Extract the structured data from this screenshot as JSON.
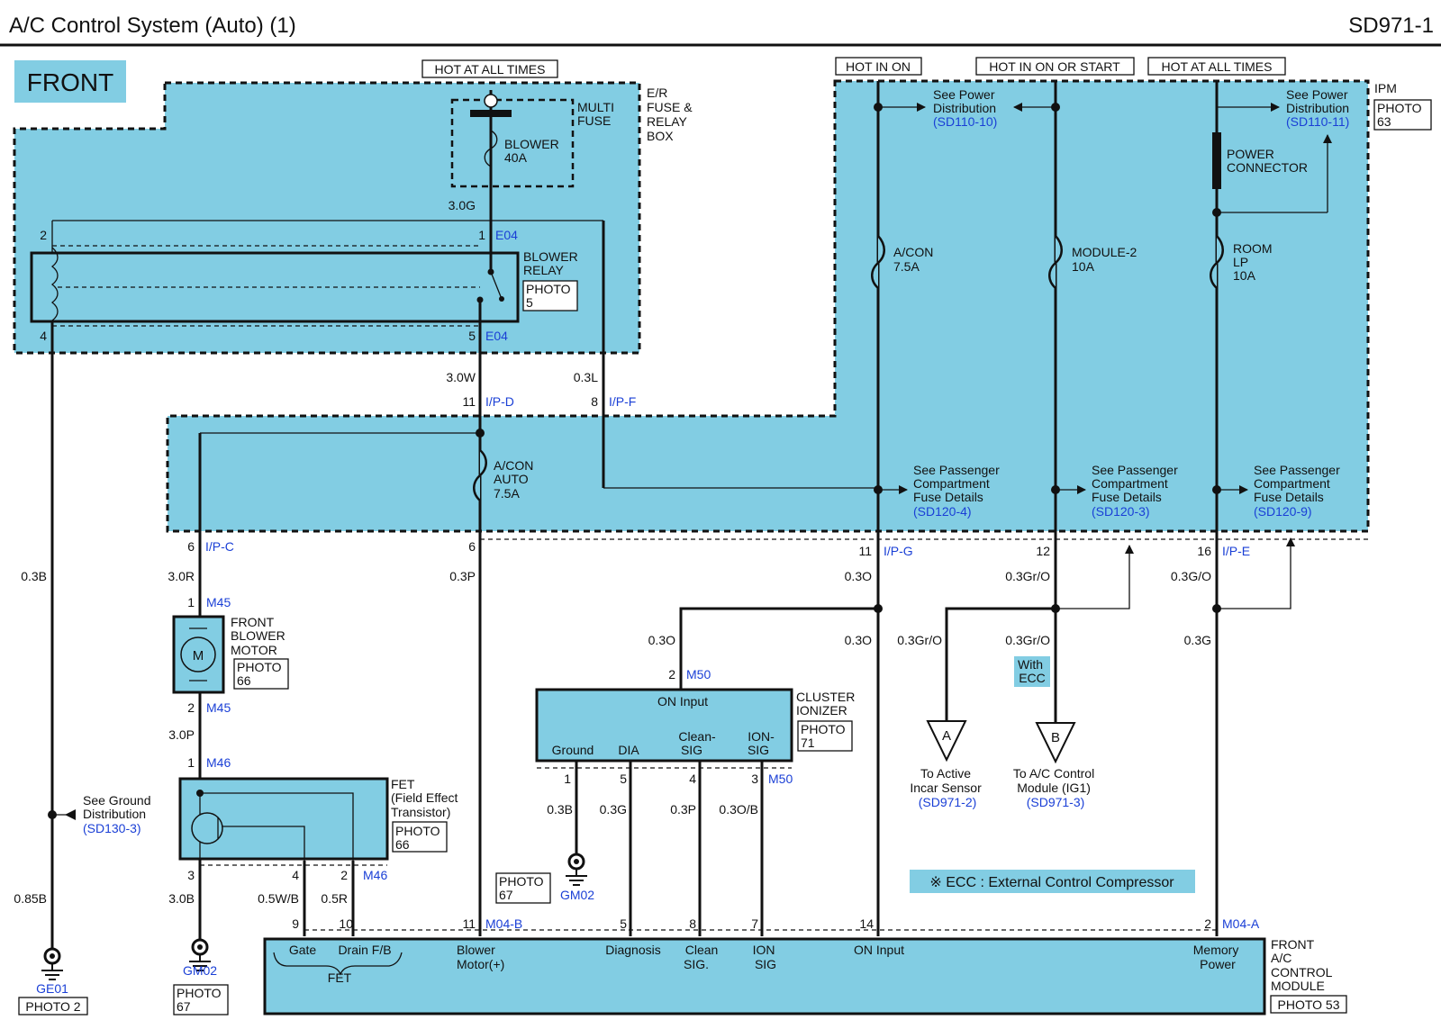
{
  "header": {
    "title": "A/C Control System (Auto) (1)",
    "code": "SD971-1"
  },
  "front_label": "FRONT",
  "hot_labels": {
    "hot_all_times_1": "HOT AT ALL TIMES",
    "hot_in_on": "HOT IN ON",
    "hot_in_on_or_start": "HOT IN ON OR START",
    "hot_all_times_2": "HOT AT ALL TIMES"
  },
  "er_box": {
    "lines": [
      "E/R",
      "FUSE &",
      "RELAY",
      "BOX"
    ]
  },
  "multi_fuse": {
    "lines": [
      "MULTI",
      "FUSE"
    ],
    "fuse_lines": [
      "BLOWER",
      "40A"
    ]
  },
  "ipm": {
    "label": "IPM",
    "photo": [
      "PHOTO",
      "63"
    ]
  },
  "power_connector": [
    "POWER",
    "CONNECTOR"
  ],
  "blower_relay": {
    "lines": [
      "BLOWER",
      "RELAY"
    ],
    "photo": [
      "PHOTO",
      "5"
    ]
  },
  "fuses": {
    "acon": [
      "A/CON",
      "7.5A"
    ],
    "module2": [
      "MODULE-2",
      "10A"
    ],
    "room_lp": [
      "ROOM",
      "LP",
      "10A"
    ],
    "acon_auto": [
      "A/CON",
      "AUTO",
      "7.5A"
    ]
  },
  "see_power_1": {
    "lines": [
      "See Power",
      "Distribution"
    ],
    "ref": "(SD110-10)"
  },
  "see_power_2": {
    "lines": [
      "See Power",
      "Distribution"
    ],
    "ref": "(SD110-11)"
  },
  "see_pass_1": {
    "lines": [
      "See Passenger",
      "Compartment",
      "Fuse Details"
    ],
    "ref": "(SD120-4)"
  },
  "see_pass_2": {
    "lines": [
      "See Passenger",
      "Compartment",
      "Fuse Details"
    ],
    "ref": "(SD120-3)"
  },
  "see_pass_3": {
    "lines": [
      "See Passenger",
      "Compartment",
      "Fuse Details"
    ],
    "ref": "(SD120-9)"
  },
  "see_ground": {
    "lines": [
      "See Ground",
      "Distribution"
    ],
    "ref": "(SD130-3)"
  },
  "blower_motor": {
    "lines": [
      "FRONT",
      "BLOWER",
      "MOTOR"
    ],
    "symbol": "M",
    "photo": [
      "PHOTO",
      "66"
    ]
  },
  "fet": {
    "lines": [
      "FET",
      "(Field Effect",
      "Transistor)"
    ],
    "photo": [
      "PHOTO",
      "66"
    ]
  },
  "ionizer": {
    "lines": [
      "CLUSTER",
      "IONIZER"
    ],
    "photo": [
      "PHOTO",
      "71"
    ],
    "on_input": "ON Input",
    "pins": [
      "Ground",
      "DIA",
      "Clean-",
      "SIG",
      "ION-",
      "SIG"
    ]
  },
  "module": {
    "lines": [
      "FRONT",
      "A/C",
      "CONTROL",
      "MODULE"
    ],
    "photo": "PHOTO 53",
    "pins": {
      "gate": "Gate",
      "drain": "Drain F/B",
      "fet": "FET",
      "blower": [
        "Blower",
        "Motor(+)"
      ],
      "diagnosis": "Diagnosis",
      "clean": [
        "Clean",
        "SIG."
      ],
      "ion": [
        "ION",
        "SIG"
      ],
      "on_input": "ON Input",
      "memory": [
        "Memory",
        "Power"
      ]
    }
  },
  "grounds": {
    "ge01": "GE01",
    "ge01_photo": "PHOTO 2",
    "gm02_left": "GM02",
    "gm02_left_photo": [
      "PHOTO",
      "67"
    ],
    "gm02_mid": "GM02",
    "gm02_mid_photo": [
      "PHOTO",
      "67"
    ]
  },
  "connectors": {
    "A": "A",
    "B": "B",
    "A_text": [
      "To Active",
      "Incar Sensor"
    ],
    "A_ref": "(SD971-2)",
    "B_text": [
      "To A/C Control",
      "Module (IG1)"
    ],
    "B_ref": "(SD971-3)",
    "with_ecc": [
      "With",
      "ECC"
    ]
  },
  "ecc_note": "※ ECC : External Control Compressor",
  "wire_labels": {
    "w30G": "3.0G",
    "w30W": "3.0W",
    "w03L": "0.3L",
    "w03B": "0.3B",
    "w30R": "3.0R",
    "w30P": "3.0P",
    "w03P": "0.3P",
    "w30B": "3.0B",
    "w05WB": "0.5W/B",
    "w05R": "0.5R",
    "w085B": "0.85B",
    "w03O_a": "0.3O",
    "w03O_b": "0.3O",
    "w03O_c": "0.3O",
    "w03GrO_a": "0.3Gr/O",
    "w03GrO_b": "0.3Gr/O",
    "w03GrO_c": "0.3Gr/O",
    "w03GO": "0.3G/O",
    "w03G": "0.3G",
    "w03B_ion": "0.3B",
    "w03G_ion": "0.3G",
    "w03P_ion": "0.3P",
    "w03OB": "0.3O/B"
  },
  "pins": {
    "p2": "2",
    "p1": "1",
    "p4": "4",
    "p5": "5",
    "p11": "11",
    "p8": "8",
    "p6a": "6",
    "p6b": "6",
    "p11g": "11",
    "p12": "12",
    "p16": "16",
    "m45_1": "1",
    "m45_2": "2",
    "m46_1": "1",
    "m46_3": "3",
    "m46_4": "4",
    "m46_2": "2",
    "m50_2": "2",
    "ion_1": "1",
    "ion_5": "5",
    "ion_4": "4",
    "ion_3": "3",
    "mod_9": "9",
    "mod_10": "10",
    "mod_11": "11",
    "mod_5": "5",
    "mod_8": "8",
    "mod_7": "7",
    "mod_14": "14",
    "mod_2": "2"
  },
  "conn_ids": {
    "e04_top": "E04",
    "e04_bot": "E04",
    "ipd": "I/P-D",
    "ipf": "I/P-F",
    "ipc": "I/P-C",
    "ipg": "I/P-G",
    "ipe": "I/P-E",
    "m45_top": "M45",
    "m45_bot": "M45",
    "m46_top": "M46",
    "m46_bot": "M46",
    "m50_top": "M50",
    "m50_bot": "M50",
    "m04b": "M04-B",
    "m04a": "M04-A"
  }
}
